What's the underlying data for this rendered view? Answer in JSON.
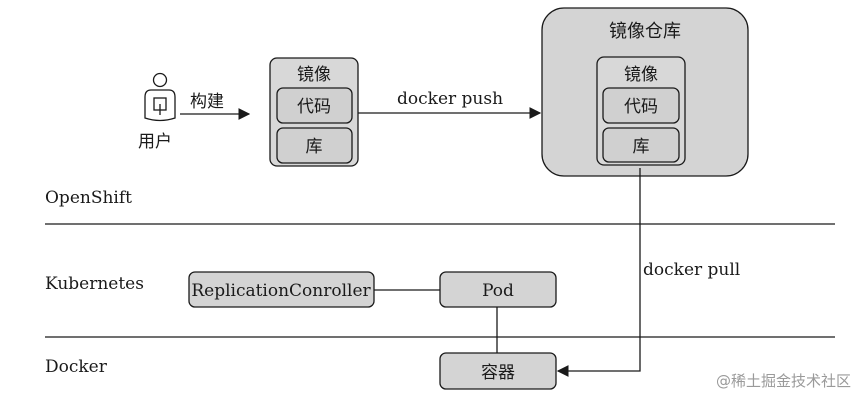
{
  "layers": {
    "openshift": "OpenShift",
    "kubernetes": "Kubernetes",
    "docker": "Docker"
  },
  "user": {
    "label": "用户",
    "action": "构建"
  },
  "local_image": {
    "title": "镜像",
    "code": "代码",
    "lib": "库"
  },
  "push_label": "docker push",
  "registry": {
    "title": "镜像仓库",
    "image_title": "镜像",
    "code": "代码",
    "lib": "库"
  },
  "pull_label": "docker pull",
  "replication_controller": "ReplicationConroller",
  "pod": "Pod",
  "container": "容器",
  "watermark": "@稀土掘金技术社区"
}
